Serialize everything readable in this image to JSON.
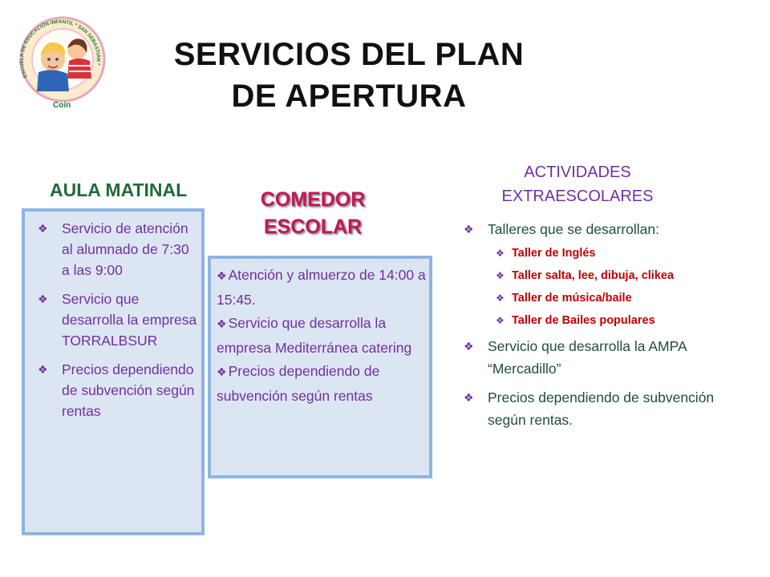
{
  "slide": {
    "title_lines": [
      "SERVICIOS DEL PLAN",
      "DE APERTURA"
    ],
    "logo": {
      "town": "Coín",
      "ring_text": "ESCUELA DE EDUCACIÓN INFANTIL * SAN SEBASTIÁN *"
    }
  },
  "aula_matinal": {
    "heading": "AULA MATINAL",
    "items": [
      "Servicio de atención al alumnado de 7:30 a las 9:00",
      "Servicio que desarrolla la empresa TORRALBSUR",
      "Precios dependiendo de subvención según rentas"
    ]
  },
  "comedor": {
    "heading_lines": [
      "COMEDOR",
      "ESCOLAR"
    ],
    "items": [
      "Atención y almuerzo de 14:00 a 15:45.",
      "Servicio que desarrolla la empresa Mediterránea catering",
      "Precios dependiendo de subvención según rentas"
    ]
  },
  "actividades": {
    "heading_lines": [
      "ACTIVIDADES",
      "EXTRAESCOLARES"
    ],
    "intro": "Talleres que se desarrollan:",
    "talleres": [
      "Taller de Inglés",
      "Taller salta, lee, dibuja, clikea",
      "Taller de música/baile",
      "Taller de Bailes populares"
    ],
    "items": [
      "Servicio que desarrolla la AMPA “Mercadillo”",
      "Precios dependiendo de subvención según rentas."
    ]
  },
  "colors": {
    "title": "#111111",
    "aula_heading": "#1f6b3a",
    "comedor_heading": "#c2185b",
    "actividades_heading": "#7030a0",
    "box_fill": "#dce6f2",
    "box_border": "#8eb4e3",
    "taller_text": "#c00000"
  },
  "icons": {
    "bullet": "diamond-bullet-icon"
  }
}
